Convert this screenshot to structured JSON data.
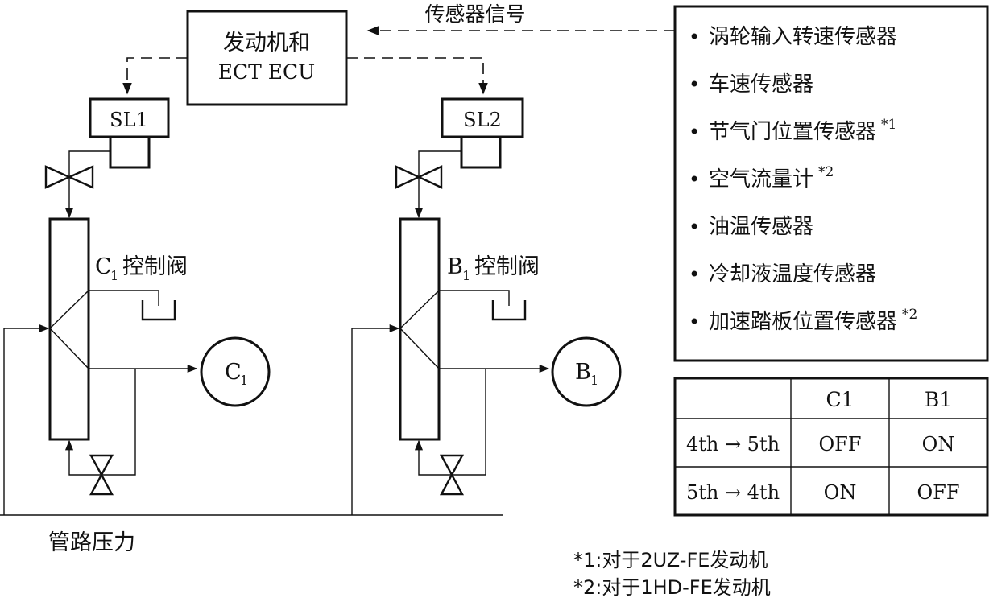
{
  "ecu": {
    "line1": "发动机和",
    "line2": "ECT  ECU"
  },
  "sensor_signal_label": "传感器信号",
  "solenoids": {
    "sl1": "SL1",
    "sl2": "SL2"
  },
  "valves": {
    "c1_label_main": "C",
    "c1_label_sub": "1",
    "c1_label_rest": "控制阀",
    "b1_label_main": "B",
    "b1_label_sub": "1",
    "b1_label_rest": "控制阀"
  },
  "clutches": {
    "c1_main": "C",
    "c1_sub": "1",
    "b1_main": "B",
    "b1_sub": "1"
  },
  "line_pressure_label": "管路压力",
  "sensors": [
    {
      "name": "涡轮输入转速传感器",
      "note": ""
    },
    {
      "name": "车速传感器",
      "note": ""
    },
    {
      "name": "节气门位置传感器",
      "note": "*1"
    },
    {
      "name": "空气流量计",
      "note": "*2"
    },
    {
      "name": "油温传感器",
      "note": ""
    },
    {
      "name": "冷却液温度传感器",
      "note": ""
    },
    {
      "name": "加速踏板位置传感器",
      "note": "*2"
    }
  ],
  "bullet": "•",
  "table": {
    "headers": [
      "",
      "C1",
      "B1"
    ],
    "rows": [
      {
        "shift": "4th → 5th",
        "c1": "OFF",
        "b1": "ON"
      },
      {
        "shift": "5th → 4th",
        "c1": "ON",
        "b1": "OFF"
      }
    ]
  },
  "footnotes": [
    "*1:对于2UZ-FE发动机",
    "*2:对于1HD-FE发动机"
  ]
}
